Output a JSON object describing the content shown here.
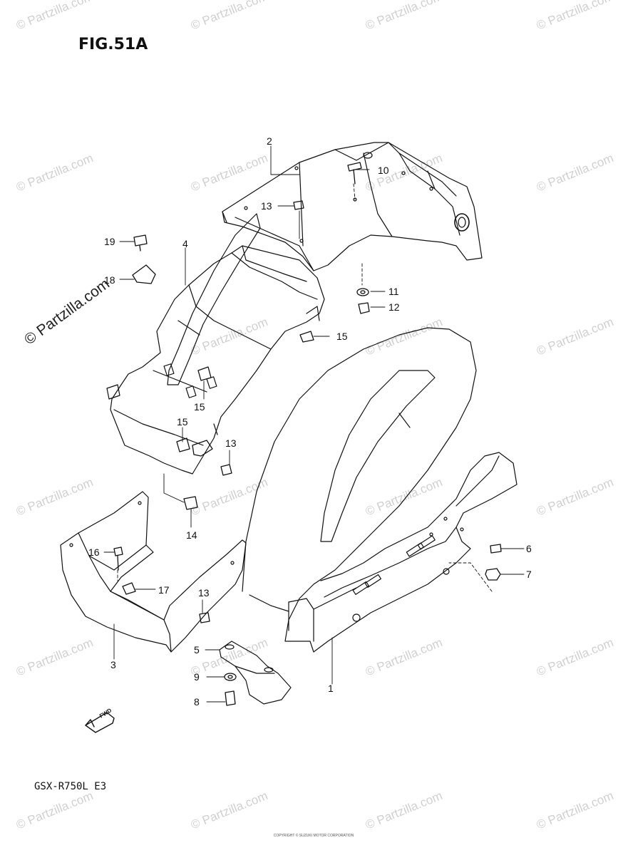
{
  "figure": {
    "title": "FIG.51A",
    "model": "GSX-R750L  E3",
    "footer": "COPYRIGHT © SUZUKI MOTOR CORPORATION"
  },
  "watermark": {
    "text": "© Partzilla.com",
    "featured": "© Partzilla.com"
  },
  "callouts": [
    "1",
    "2",
    "3",
    "4",
    "5",
    "6",
    "7",
    "8",
    "9",
    "10",
    "11",
    "12",
    "13",
    "13",
    "13",
    "14",
    "15",
    "15",
    "15",
    "16",
    "17",
    "18",
    "19"
  ],
  "direction_arrow": "FWD"
}
